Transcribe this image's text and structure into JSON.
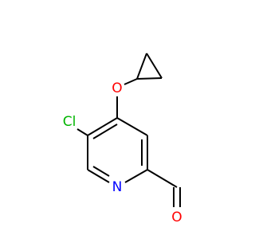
{
  "molecule": {
    "atoms": {
      "chlorine": "Cl",
      "ether_oxygen": "O",
      "ring_nitrogen": "N",
      "aldehyde_oxygen": "O"
    },
    "colors": {
      "bond": "#000000",
      "chlorine": "#00B400",
      "oxygen": "#FF0000",
      "nitrogen": "#0000FF"
    }
  }
}
